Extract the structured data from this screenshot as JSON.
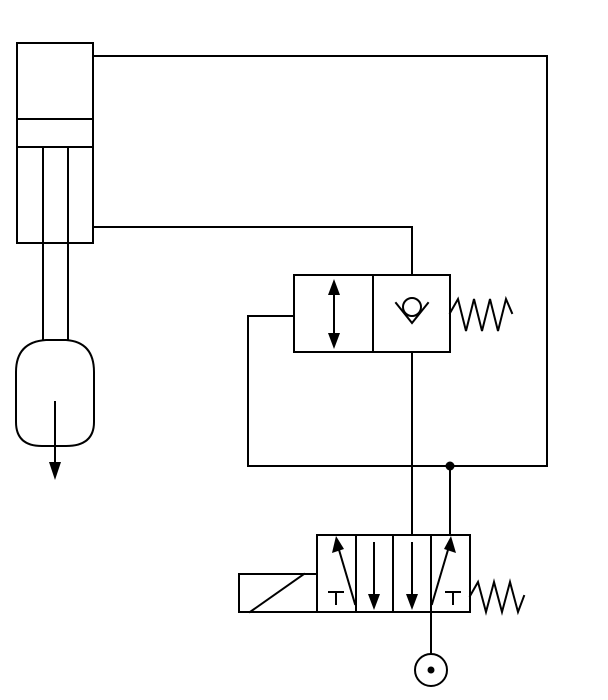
{
  "diagram": {
    "type": "hydraulic-circuit-schematic",
    "components": [
      {
        "id": "cylinder",
        "kind": "double-acting-cylinder"
      },
      {
        "id": "load",
        "kind": "load-mass",
        "direction": "down"
      },
      {
        "id": "pilot-valve",
        "kind": "2/2 pilot-operated valve with check valve",
        "return": "spring"
      },
      {
        "id": "directional-valve",
        "kind": "4/3 manual directional control valve",
        "actuator": "lever",
        "return": "spring"
      },
      {
        "id": "pump",
        "kind": "hydraulic pump"
      }
    ],
    "colors": {
      "line": "#000000",
      "background": "#ffffff"
    },
    "text_labels": []
  }
}
